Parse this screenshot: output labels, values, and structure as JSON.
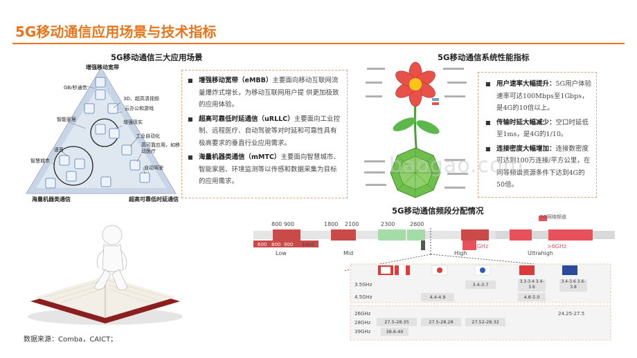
{
  "page": {
    "title": "5G移动通信应用场景与技术指标",
    "source": "数据来源：Comba，CAICT；",
    "watermark": "baogao.com"
  },
  "left": {
    "heading": "5G移动通信三大应用场景",
    "diagram": {
      "top_label": "增强移动宽带",
      "labels": [
        "GB/秒通信",
        "3D、超高清视频",
        "云办公和游戏",
        "智能家居",
        "增强现实",
        "工业自动化",
        "语音",
        "高可靠应用，如移动医疗",
        "智慧城市",
        "自动驾驶"
      ],
      "bottom_left": "海量机器类通信",
      "bottom_right": "超高可靠低时延通信"
    },
    "bullets": [
      {
        "name": "增强移动宽带（eMBB）",
        "text": "主要面向移动互联网流量爆炸式增长，为移动互联网用户提 供更加极致的应用体验。"
      },
      {
        "name": "超高可靠低时延通信（uRLLC）",
        "text": "主要面向工业控制、远程医疗、自动驾驶等对时延和可靠性具有极高要求的垂直行业应用需求。"
      },
      {
        "name": "海量机器类通信（mMTC）",
        "text": "主要面向智慧城市、智能家居、环境监测等以传感和数据采集为目标的应用需求。"
      }
    ]
  },
  "right": {
    "heading": "5G移动通信系统性能指标",
    "bullets": [
      {
        "name": "用户速率大幅提升：",
        "text": "5G用户体验速率可达100Mbps至1Gbps，是4G的10倍以上。"
      },
      {
        "name": "传输时延大幅减少：",
        "text": "空口时延低至1ms，是4G的1/10。"
      },
      {
        "name": "连接密度大幅增加：",
        "text": "连接数密度可达到100万连接/平方公里，在同等频谱资源条件下达到4G的50倍。"
      }
    ]
  },
  "spectrum": {
    "heading": "5G移动通信频段分配情况",
    "legend": "5G网络频道",
    "top_ticks": [
      "800 900",
      "1800",
      "2100",
      "2300",
      "2600"
    ],
    "low_ticks": [
      "600",
      "800",
      "900",
      "1400"
    ],
    "band_labels": [
      "Low",
      "Mid",
      "High",
      "Ultrahigh"
    ],
    "markers": [
      "3.5GHz",
      ">6GHz"
    ],
    "table_rows": [
      {
        "label": "3.5GHz",
        "cells": [
          "",
          "",
          "3.4-3.7",
          "",
          "3.3-3.4 3.4-3.6",
          "3.4-3.6 3.6-3.8"
        ]
      },
      {
        "label": "4.5GHz",
        "cells": [
          "",
          "4.4-4.9",
          "",
          "",
          "4.8-5.0",
          ""
        ]
      }
    ],
    "table2_header": [
      "26GHz",
      "24.25-27.5"
    ],
    "table2_rows": [
      {
        "label": "28GHz",
        "cells": [
          "27.5-28.35",
          "27.5-28.28",
          "27.52-28.32"
        ]
      },
      {
        "label": "39GHz",
        "cells": [
          "38.6-40"
        ]
      }
    ]
  }
}
